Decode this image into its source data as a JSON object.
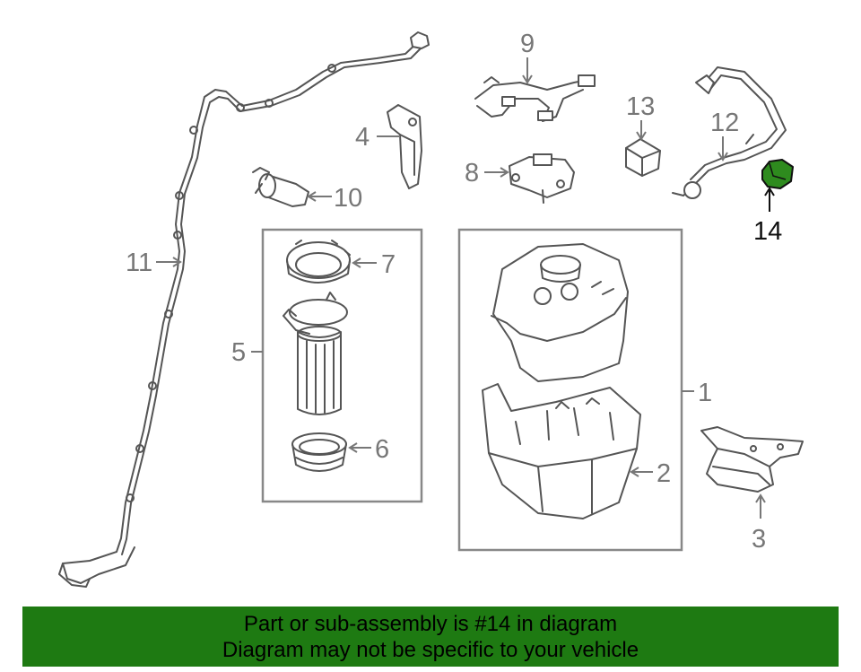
{
  "callouts": {
    "c1": "1",
    "c2": "2",
    "c3": "3",
    "c4": "4",
    "c5": "5",
    "c6": "6",
    "c7": "7",
    "c8": "8",
    "c9": "9",
    "c10": "10",
    "c11": "11",
    "c12": "12",
    "c13": "13",
    "c14": "14"
  },
  "highlight": {
    "part_number": "14",
    "color": "#2e8b1e"
  },
  "banner": {
    "line1": "Part or sub-assembly is #14 in diagram",
    "line2": "Diagram may not be specific to your vehicle",
    "background": "#1e7a12"
  }
}
